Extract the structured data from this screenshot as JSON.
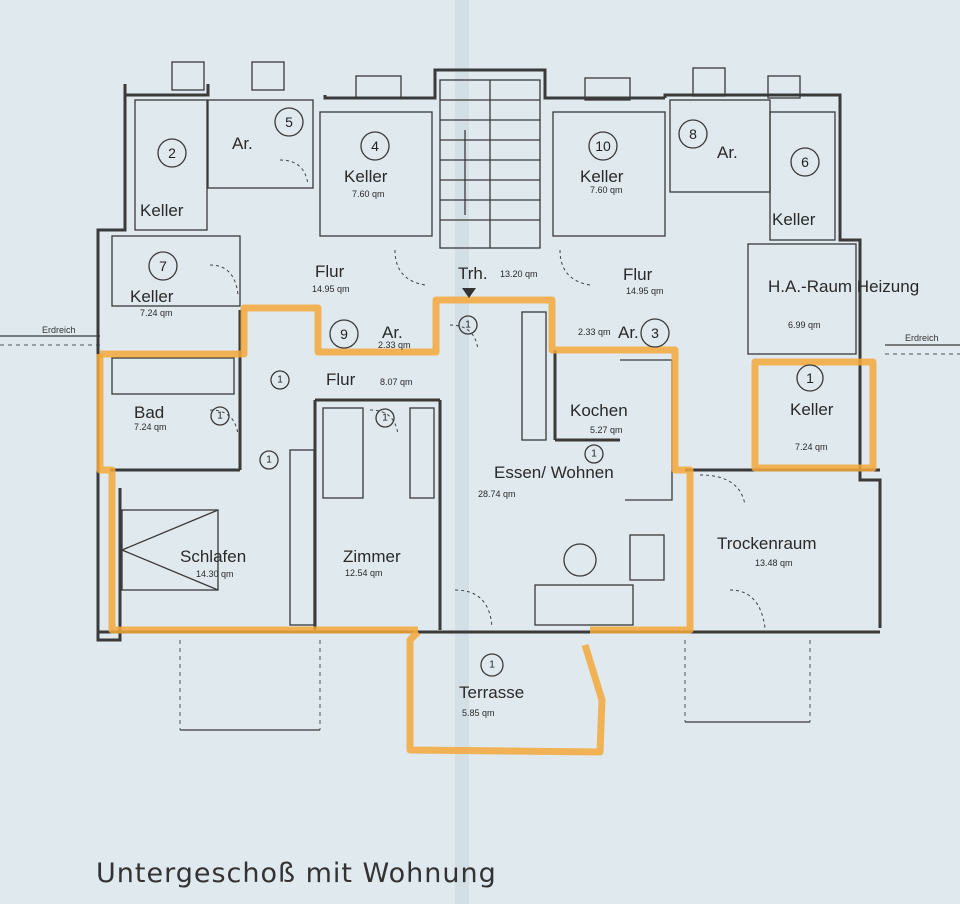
{
  "plan": {
    "title": "Untergeschoß mit Wohnung",
    "highlight_color": "#f5a83a",
    "background_color": "#dfe9ee",
    "ground_labels": [
      "Erdreich",
      "Erdreich"
    ],
    "stair": {
      "label": "Trh.",
      "area": "13.20 qm"
    },
    "rooms": [
      {
        "name": "Keller",
        "num": "2",
        "area": ""
      },
      {
        "name": "Ar.",
        "num": "5",
        "area": ""
      },
      {
        "name": "Keller",
        "num": "4",
        "area": "7.60 qm"
      },
      {
        "name": "Keller",
        "num": "10",
        "area": "7.60 qm"
      },
      {
        "name": "Ar.",
        "num": "8",
        "area": ""
      },
      {
        "name": "Keller",
        "num": "6",
        "area": ""
      },
      {
        "name": "Keller",
        "num": "7",
        "area": "7.24 qm"
      },
      {
        "name": "Flur",
        "num": "",
        "area": "14.95 qm"
      },
      {
        "name": "Flur",
        "num": "",
        "area": "14.95 qm"
      },
      {
        "name": "H.A.-Raum Heizung",
        "num": "",
        "area": "6.99 qm"
      },
      {
        "name": "Ar.",
        "num": "9",
        "area": "2.33 qm"
      },
      {
        "name": "Ar.",
        "num": "3",
        "area": "2.33 qm"
      },
      {
        "name": "Flur",
        "num": "",
        "area": "8.07 qm"
      },
      {
        "name": "Bad",
        "num": "",
        "area": "7.24 qm"
      },
      {
        "name": "Kochen",
        "num": "",
        "area": "5.27 qm"
      },
      {
        "name": "Keller",
        "num": "1",
        "area": "7.24 qm"
      },
      {
        "name": "Essen/ Wohnen",
        "num": "",
        "area": "28.74 qm"
      },
      {
        "name": "Schlafen",
        "num": "",
        "area": "14.30 qm"
      },
      {
        "name": "Zimmer",
        "num": "",
        "area": "12.54 qm"
      },
      {
        "name": "Trockenraum",
        "num": "",
        "area": "13.48 qm"
      },
      {
        "name": "Terrasse",
        "num": "1",
        "area": "5.85 qm"
      }
    ],
    "unit_marker": "1"
  }
}
